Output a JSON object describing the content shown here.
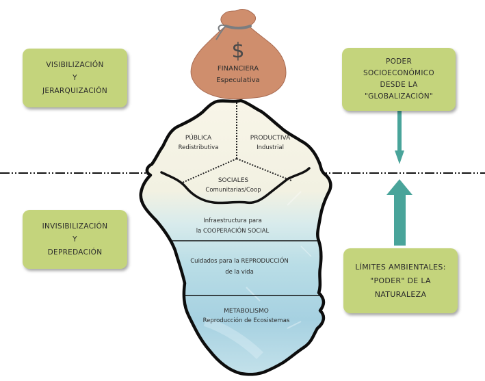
{
  "colors": {
    "box_green": "#c4d47c",
    "arrow_teal": "#49a49a",
    "bag_fill": "#cf8e6d",
    "bag_tie": "#7a7d80",
    "ice_top": "#f7f4e6",
    "ice_water": "#a9d3e2",
    "outline": "#111111"
  },
  "left_boxes": {
    "visibilizacion": {
      "line1": "VISIBILIZACIÓN",
      "line2": "Y",
      "line3": "JERARQUIZACIÓN"
    },
    "invisibilizacion": {
      "line1": "INVISIBILIZACIÓN",
      "line2": "Y",
      "line3": "DEPREDACIÓN"
    }
  },
  "right_boxes": {
    "poder": {
      "line1": "PODER",
      "line2": "SOCIOECONÓMICO",
      "line3": "DESDE LA",
      "line4": "\"GLOBALIZACIÓN\""
    },
    "limites": {
      "line1": "LÍMITES AMBIENTALES:",
      "line2": "\"PODER\" DE LA",
      "line3": "NATURALEZA"
    }
  },
  "money_bag": {
    "icon": "dollar-sign",
    "symbol": "$",
    "title": "FINANCIERA",
    "subtitle": "Especulativa"
  },
  "iceberg": {
    "tip_sections": [
      {
        "title": "PÚBLICA",
        "subtitle": "Redistributiva"
      },
      {
        "title": "PRODUCTIVA",
        "subtitle": "Industrial"
      },
      {
        "title": "SOCIALES",
        "subtitle": "Comunitarias/Coop"
      }
    ],
    "layers": [
      {
        "line1": "Infraestructura para",
        "line2": "la COOPERACIÓN SOCIAL"
      },
      {
        "line1": "Cuidados para la REPRODUCCIÓN",
        "line2": "de la vida"
      },
      {
        "line1": "METABOLISMO",
        "line2": "Reproducción de Ecosistemas"
      }
    ]
  },
  "arrows": {
    "down": "pressure-from-above",
    "up": "pressure-from-below"
  }
}
